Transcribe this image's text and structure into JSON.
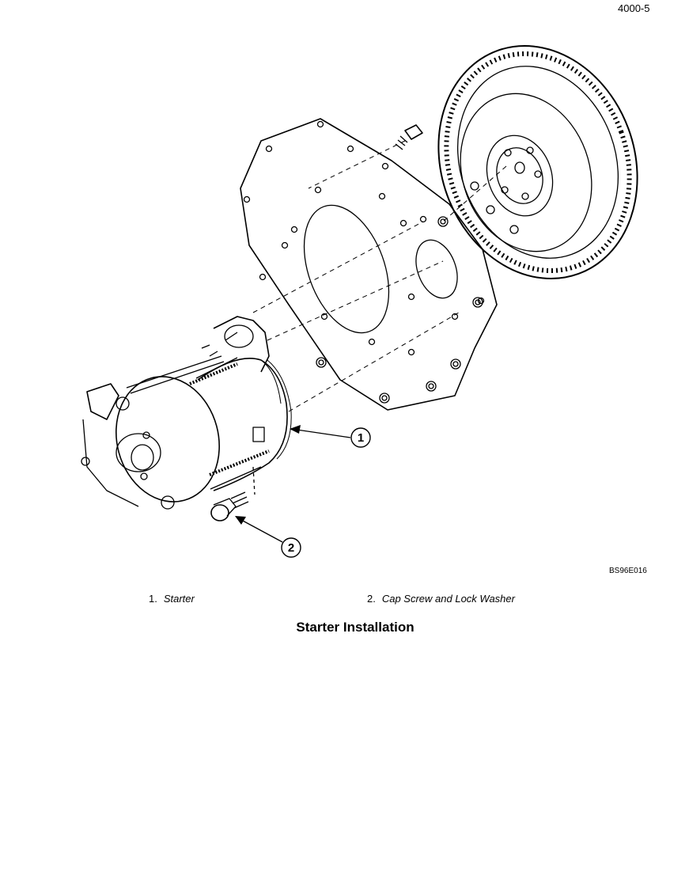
{
  "header": {
    "page_number": "4000-5"
  },
  "figure": {
    "id": "BS96E016",
    "callouts": [
      "1",
      "2"
    ],
    "legend": [
      {
        "number": "1.",
        "label": "Starter"
      },
      {
        "number": "2.",
        "label": "Cap Screw and Lock Washer"
      }
    ],
    "caption": "Starter Installation"
  }
}
